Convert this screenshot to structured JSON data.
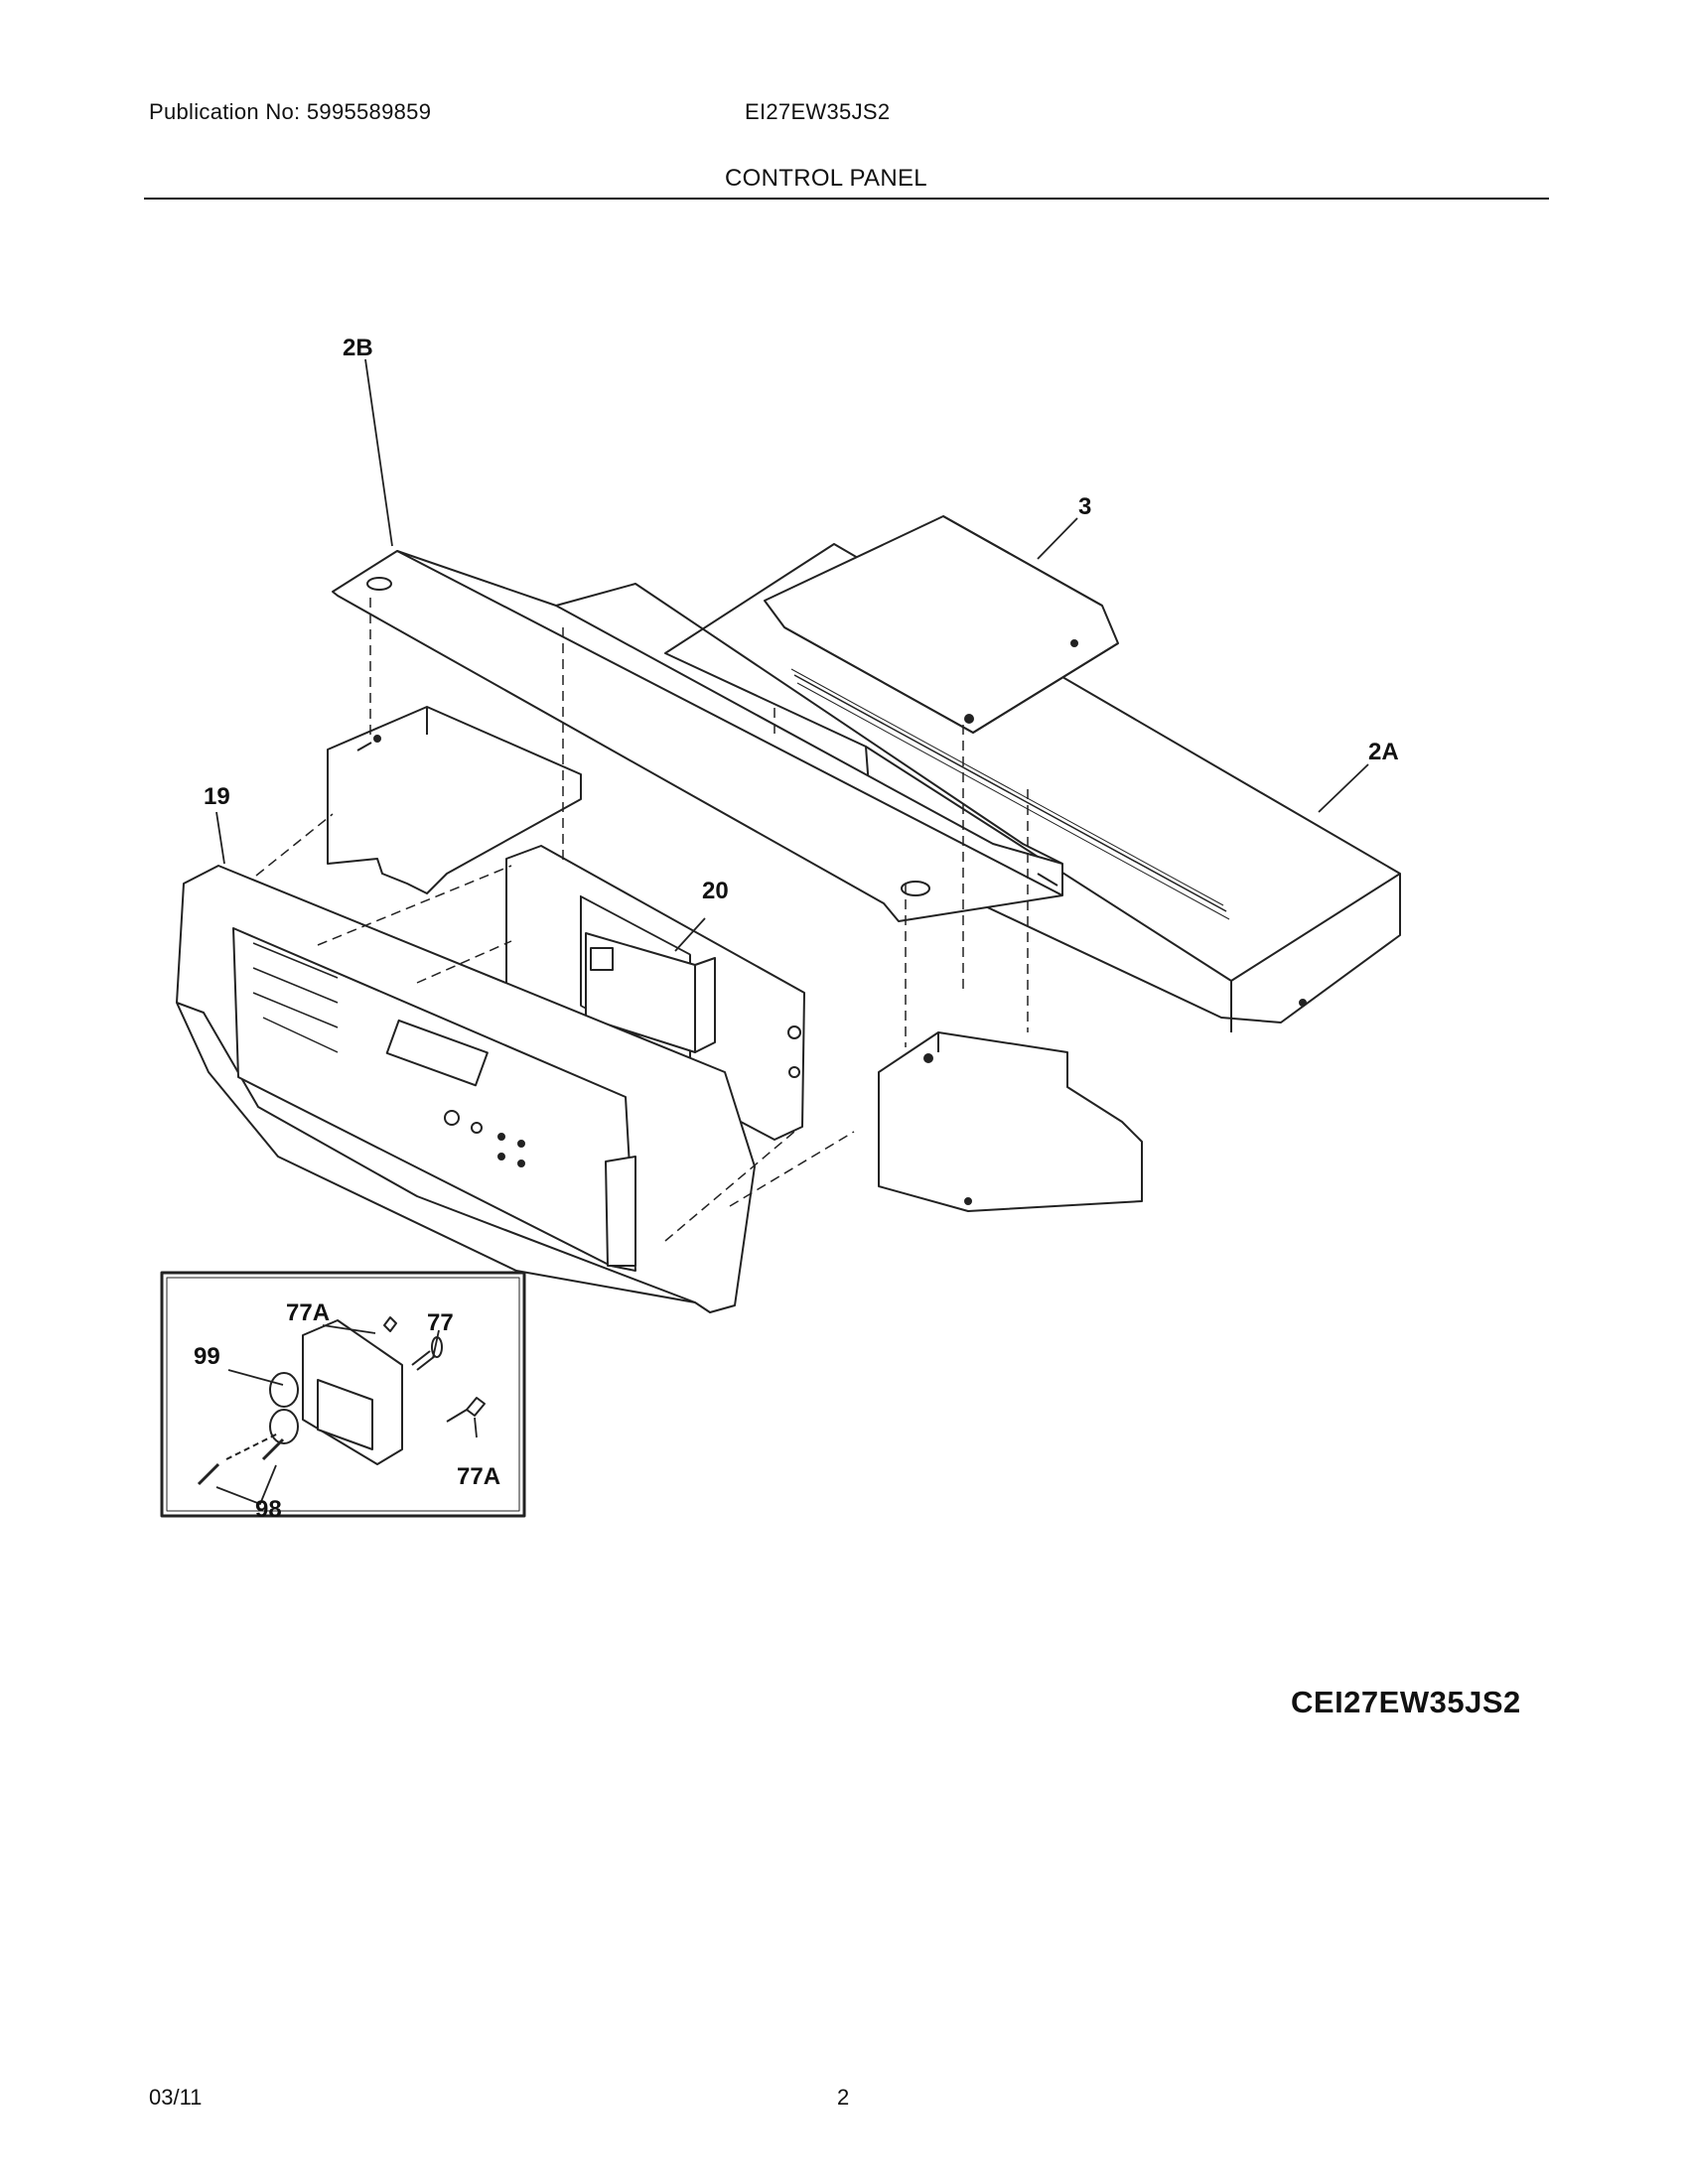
{
  "header": {
    "publication": "Publication No: 5995589859",
    "model": "EI27EW35JS2",
    "section_title": "CONTROL PANEL"
  },
  "callouts": {
    "c2b": "2B",
    "c3": "3",
    "c2a": "2A",
    "c19": "19",
    "c20": "20",
    "c77a_top": "77A",
    "c77": "77",
    "c99": "99",
    "c77a_bottom": "77A",
    "c98": "98"
  },
  "diagram_code": "CEI27EW35JS2",
  "footer": {
    "date": "03/11",
    "page": "2"
  }
}
